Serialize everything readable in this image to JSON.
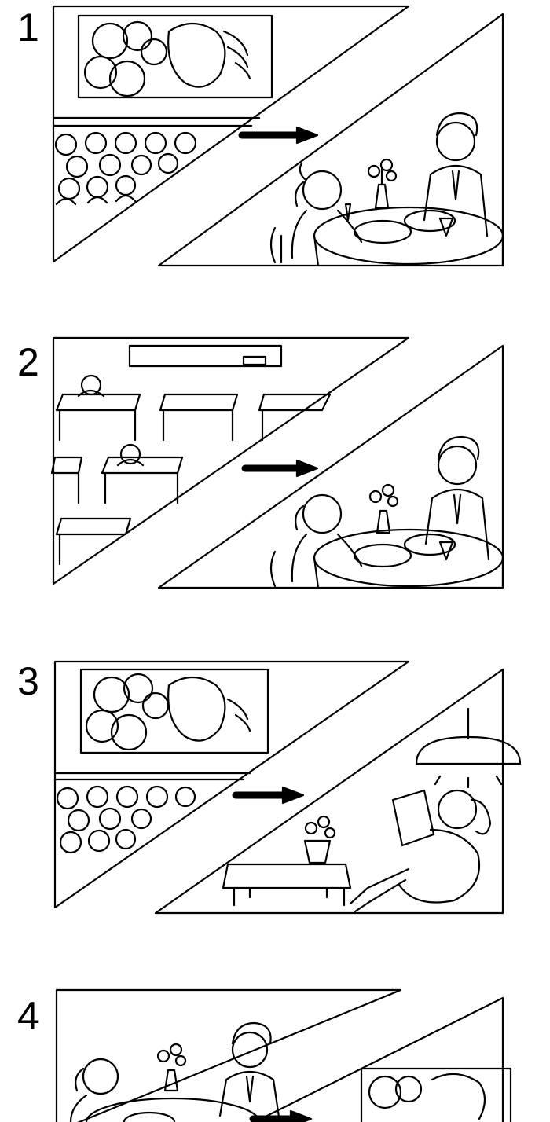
{
  "panels": [
    {
      "number": "1",
      "left_scene": "cinema",
      "right_scene": "restaurant"
    },
    {
      "number": "2",
      "left_scene": "classroom",
      "right_scene": "restaurant"
    },
    {
      "number": "3",
      "left_scene": "cinema",
      "right_scene": "home-reading"
    },
    {
      "number": "4",
      "left_scene": "restaurant",
      "right_scene": "cinema"
    }
  ],
  "colors": {
    "ink": "#000000",
    "paper": "#ffffff"
  }
}
